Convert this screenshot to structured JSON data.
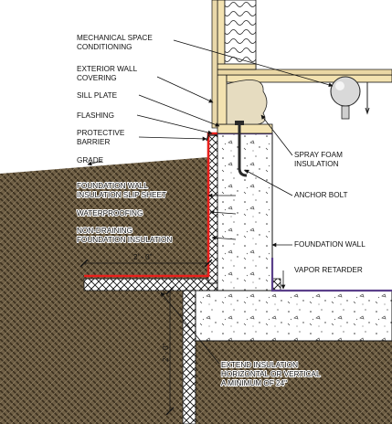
{
  "labels": {
    "mechanical_space_1": "MECHANICAL SPACE",
    "mechanical_space_2": "CONDITIONING",
    "exterior_wall_1": "EXTERIOR WALL",
    "exterior_wall_2": "COVERING",
    "sill_plate": "SILL PLATE",
    "flashing": "FLASHING",
    "protective_1": "PROTECTIVE",
    "protective_2": "BARRIER",
    "grade": "GRADE",
    "slip_sheet_1": "FOUNDATION WALL",
    "slip_sheet_2": "INSULATION SLIP SHEET",
    "waterproofing": "WATERPROOFING",
    "non_draining_1": "NON-DRAINING",
    "non_draining_2": "FOUNDATION INSULATION",
    "spray_foam_1": "SPRAY FOAM",
    "spray_foam_2": "INSULATION",
    "anchor_bolt": "ANCHOR BOLT",
    "foundation_wall": "FOUNDATION WALL",
    "vapor_retarder": "VAPOR RETARDER",
    "extend_1": "EXTEND INSULATION",
    "extend_2": "HORIZONTAL OR VERTICAL",
    "extend_3": "A MINIMUM OF 24\""
  },
  "dimensions": {
    "horizontal": "2' - 0\"",
    "vertical": "2' - 0\""
  },
  "colors": {
    "soil": "#6e5e44",
    "soil_pattern": "#3a2f1e",
    "concrete": "#ffffff",
    "insulation_red": "#e8201c",
    "spray_foam": "#e6dcc0",
    "lumber": "#f3e2b0",
    "vapor_line": "#5a3f8a",
    "anchor_bolt": "#2a2a2a"
  }
}
